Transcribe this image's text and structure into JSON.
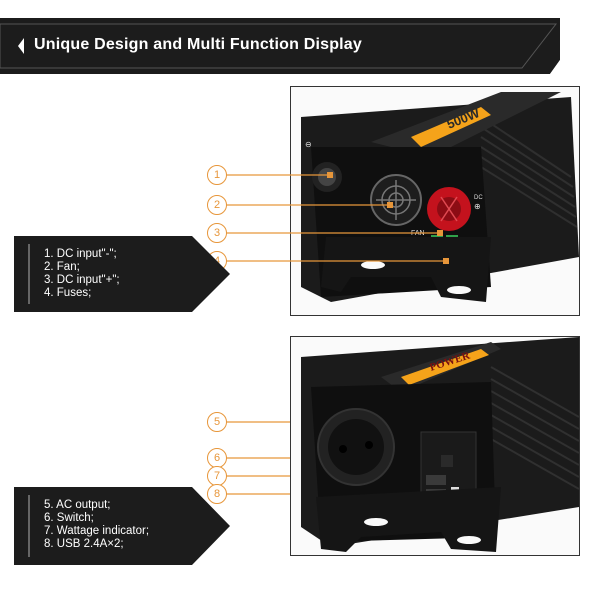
{
  "header": {
    "title": "Unique Design and Multi Function Display"
  },
  "top_section": {
    "callouts": [
      "1",
      "2",
      "3",
      "4"
    ],
    "features": [
      "1. DC input\"-\";",
      "2. Fan;",
      "3. DC input\"+\";",
      "4. Fuses;"
    ],
    "photo_labels": {
      "brand": "500W",
      "fan": "FAN",
      "dc": "DC",
      "dc_plus": "⊕",
      "dc_minus": "⊖"
    }
  },
  "bottom_section": {
    "callouts": [
      "5",
      "6",
      "7",
      "8"
    ],
    "features": [
      "5. AC output;",
      "6. Switch;",
      "7. Wattage indicator;",
      "8. USB 2.4A×2;"
    ],
    "photo_labels": {
      "brand": "POWER"
    }
  },
  "colors": {
    "accent": "#e7963a",
    "banner": "#1c1c1c",
    "device": "#141414",
    "label": "#f5a31a",
    "red_terminal": "#c4121d"
  }
}
